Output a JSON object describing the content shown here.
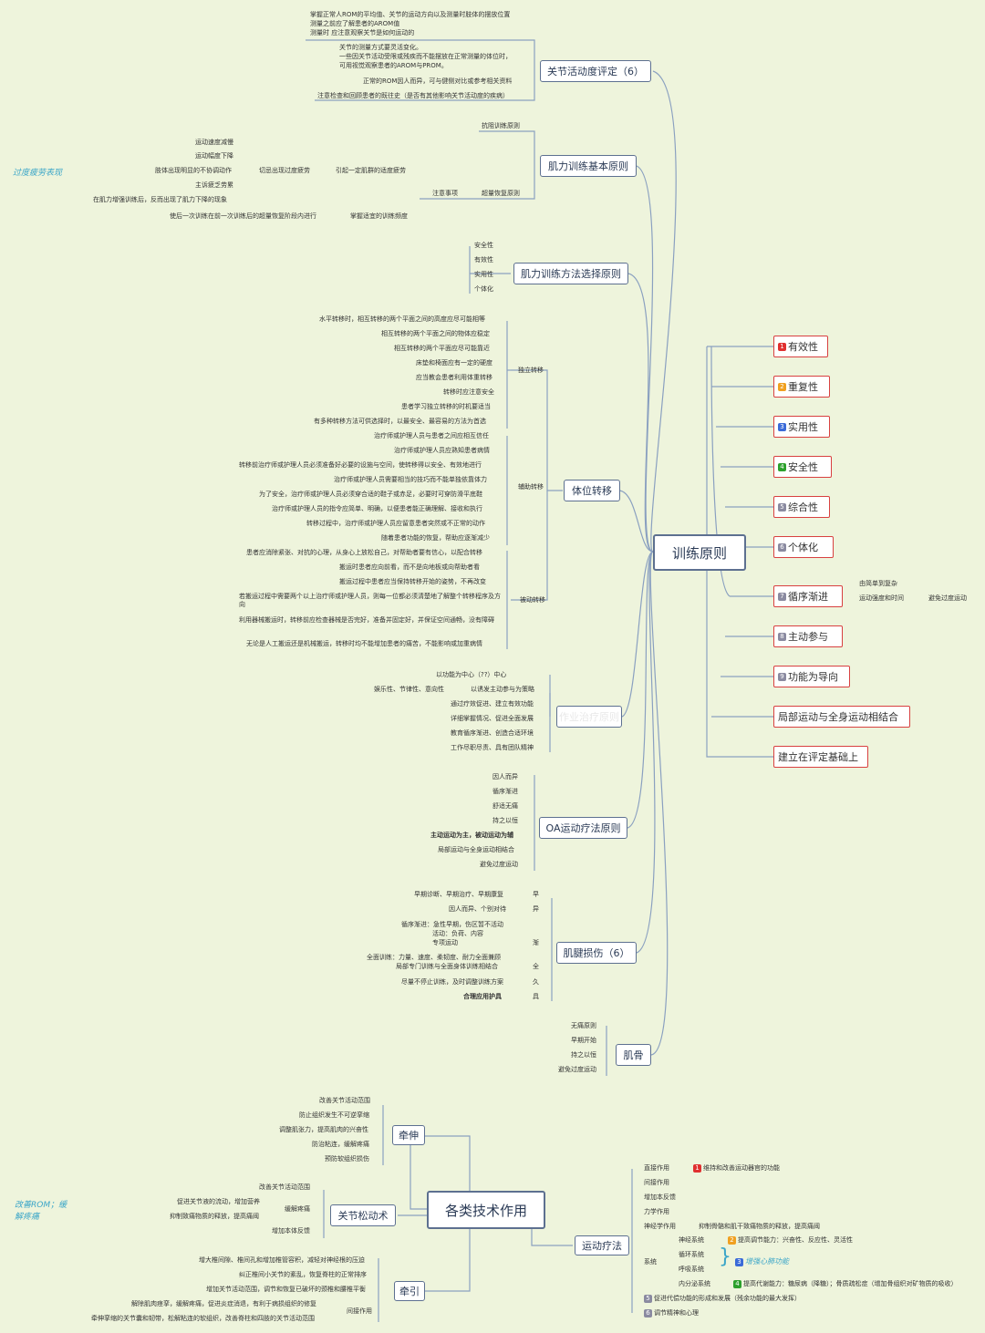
{
  "root": {
    "label": "训练原则"
  },
  "rom": {
    "label": "关节活动度评定（6）",
    "items": [
      "掌握正常人ROM的平均值、关节的运动方向以及测量时肢体的摆放位置",
      "测量之前应了解患者的AROM值",
      "测量时 应注意观察关节是如何运动的",
      "关节的测量方式要灵活变化。",
      "一些因关节活动受限或残疾而不能摆放在正常测量的体位时，",
      "可用视觉观察患者的AROM与PROM。",
      "正常的ROM因人而异，可与健侧对比或参考相关资料",
      "注意检查和回顾患者的既往史（是否有其他影响关节活动度的疾病）"
    ]
  },
  "strength": {
    "label": "肌力训练基本原则",
    "items": [
      "抗阻训练原则",
      "运动速度减慢",
      "运动幅度下降",
      "肢体出现明显的不协调动作",
      "切忌出现过度疲劳",
      "引起一定肌群的适度疲劳",
      "主诉疲乏劳累",
      "在肌力增强训练后，反而出现了肌力下降的现象",
      "注意事项",
      "超量恢复原则",
      "使后一次训练在前一次训练后的超量恢复阶段内进行",
      "掌握适宜的训练频度"
    ],
    "side": "过度疲劳表现"
  },
  "method": {
    "label": "肌力训练方法选择原则",
    "items": [
      "安全性",
      "有效性",
      "实用性",
      "个体化"
    ]
  },
  "transfer": {
    "label": "体位转移",
    "groups": [
      "独立转移",
      "辅助转移",
      "被动转移"
    ],
    "items": [
      "水平转移时，相互转移的两个平面之间的高度应尽可能相等",
      "相互转移的两个平面之间的物体应稳定",
      "相互转移的两个平面应尽可能靠近",
      "床垫和椅面应有一定的硬度",
      "应当教会患者利用体重转移",
      "转移时应注意安全",
      "患者学习独立转移的时机要适当",
      "有多种转移方法可供选择时，以最安全、最容易的方法为首选",
      "治疗师或护理人员与患者之间应相互信任",
      "治疗师或护理人员应熟知患者病情",
      "转移前治疗师或护理人员必须准备好必要的设施与空间，使转移得以安全、有效地进行",
      "治疗师或护理人员需要相当的技巧而不能单独依靠体力",
      "为了安全，治疗师或护理人员必须穿合适的鞋子或赤足，必要时可穿防滑平底鞋",
      "治疗师或护理人员的指令应简单、明确，以便患者能正确理解、接收和执行",
      "转移过程中，治疗师或护理人员应留意患者突然或不正常的动作",
      "随着患者功能的恢复，帮助应逐渐减少",
      "患者应消除紧张、对抗的心理，从身心上放松自己，对帮助者要有信心，以配合转移",
      "搬运时患者应向前看，而不是向地板或向帮助者看",
      "搬运过程中患者应当保持转移开始的姿势，不再改变",
      "若搬运过程中需要两个以上治疗师或护理人员，则每一位都必须清楚地了解整个转移程序及方向",
      "利用器械搬运时，转移前应检查器械是否完好，准备并固定好，并保证空间通畅，没有障碍",
      "无论是人工搬运还是机械搬运，转移时均不能增加患者的痛苦，不能影响或加重病情"
    ]
  },
  "ot": {
    "label": "作业治疗原则",
    "items": [
      "以功能为中心（??）中心",
      "娱乐性、节律性、意向性",
      "以诱发主动参与为策略",
      "通过疗效促进、建立有效功能",
      "详细掌握情况、促进全面发展",
      "教育循序渐进、创造合适环境",
      "工作尽职尽责、具有团队精神"
    ]
  },
  "oa": {
    "label": "OA运动疗法原则",
    "items": [
      "因人而异",
      "循序渐进",
      "舒适无痛",
      "持之以恒",
      "主动运动为主，被动运动为辅",
      "局部运动与全身运动相结合",
      "避免过度运动"
    ]
  },
  "tendon": {
    "label": "肌腱损伤（6）",
    "items": [
      "早期诊断、早期治疗、早期康复",
      "早",
      "因人而异、个别对待",
      "异",
      "循序渐进：急性早期，伤区暂不活动",
      "活动：负荷、内容",
      "专项运动",
      "渐",
      "全面训练：力量、速度、柔韧度、耐力全面兼顾",
      "局部专门训练与全面身体训练相结合",
      "全",
      "尽量不停止训练，及时调整训练方案",
      "久",
      "合理应用护具",
      "具"
    ]
  },
  "bone": {
    "label": "肌骨",
    "items": [
      "无痛原则",
      "早期开始",
      "持之以恒",
      "避免过度运动"
    ]
  },
  "right": [
    {
      "n": "1",
      "label": "有效性",
      "color": "#e03030"
    },
    {
      "n": "2",
      "label": "重复性",
      "color": "#f0a020"
    },
    {
      "n": "3",
      "label": "实用性",
      "color": "#3a6ad8"
    },
    {
      "n": "4",
      "label": "安全性",
      "color": "#2ca02c"
    },
    {
      "n": "5",
      "label": "综合性",
      "color": "#8a8aa0"
    },
    {
      "n": "6",
      "label": "个体化",
      "color": "#8a8aa0"
    },
    {
      "n": "7",
      "label": "循序渐进",
      "color": "#8a8aa0"
    },
    {
      "n": "8",
      "label": "主动参与",
      "color": "#8a8aa0"
    },
    {
      "n": "9",
      "label": "功能为导向",
      "color": "#8a8aa0"
    },
    {
      "n": "",
      "label": "局部运动与全身运动相结合",
      "color": ""
    },
    {
      "n": "",
      "label": "建立在评定基础上",
      "color": ""
    }
  ],
  "progressive": {
    "items": [
      "由简单到复杂",
      "运动强度和时间",
      "避免过度运动"
    ]
  },
  "tech": {
    "label": "各类技术作用",
    "side": "改善ROM；缓解疼痛",
    "stretch": {
      "label": "牵伸",
      "items": [
        "改善关节活动范围",
        "防止组织发生不可逆挛缩",
        "调整肌张力，提高肌肉的兴奋性",
        "防治粘连，缓解疼痛",
        "预防软组织损伤"
      ]
    },
    "mob": {
      "label": "关节松动术",
      "items": [
        "改善关节活动范围",
        "促进关节液的流动，增加营养",
        "缓解疼痛",
        "抑制致痛物质的释放，提高痛阈",
        "增加本体反馈"
      ]
    },
    "traction": {
      "label": "牵引",
      "items": [
        "增大椎间隙、椎间孔和增加椎管容积，减轻对神经根的压迫",
        "纠正椎间小关节的紊乱，恢复脊柱的正常排序",
        "增加关节活动范围，调节和恢复已破坏的颈椎和腰椎平衡",
        "解除肌肉痉挛，缓解疼痛，促进炎症消退，有利于病损组织的修复",
        "间接作用",
        "牵伸挛缩的关节囊和韧带，松解粘连的软组织，改善脊柱和四肢的关节活动范围"
      ]
    },
    "exercise": {
      "label": "运动疗法",
      "items": [
        "直接作用",
        "维持和改善运动器官的功能",
        "间接作用",
        "增加本反馈",
        "力学作用",
        "神经学作用",
        "抑制骨骼和肌干致痛物质的释放，提高痛阈",
        "系统",
        "神经系统",
        "提高调节能力：兴奋性、反应性、灵活性",
        "循环系统",
        "呼吸系统",
        "增强心肺功能",
        "内分泌系统",
        "提高代谢能力：糖尿病（降糖）；骨质疏松症（增加骨组织对矿物质的吸收）",
        "促进代偿功能的形成和发展（残余功能的最大发挥）",
        "调节精神和心理"
      ]
    }
  }
}
